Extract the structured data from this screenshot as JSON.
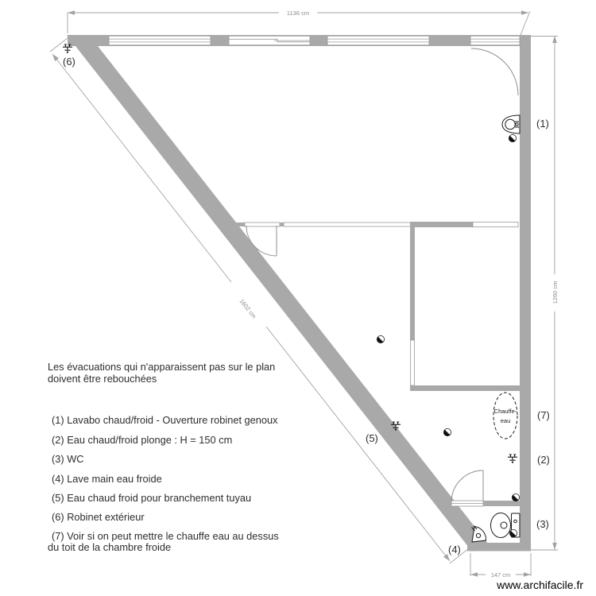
{
  "watermark": "www.archifacile.fr",
  "dimensions": {
    "top": "1136 cm",
    "right": "1260 cm",
    "diagonal": "1602 cm",
    "bottom": "147 cm"
  },
  "markers": {
    "m1": "(1)",
    "m2": "(2)",
    "m3": "(3)",
    "m4": "(4)",
    "m5": "(5)",
    "m6": "(6)",
    "m7": "(7)"
  },
  "water_heater": {
    "line1": "Chauffe-",
    "line2": "eau"
  },
  "notes": {
    "line1": "Les évacuations qui n'apparaissent pas sur le plan",
    "line2": "doivent être rebouchées"
  },
  "legend": {
    "items": [
      "(1) Lavabo chaud/froid - Ouverture robinet genoux",
      "(2) Eau chaud/froid plonge : H = 150 cm",
      "(3) WC",
      "(4) Lave main eau froide",
      "(5) Eau chaud froid pour branchement tuyau",
      "(6) Robinet extérieur",
      "(7) Voir si on peut mettre le chauffe eau au dessus",
      "du toit de la chambre froide"
    ]
  }
}
